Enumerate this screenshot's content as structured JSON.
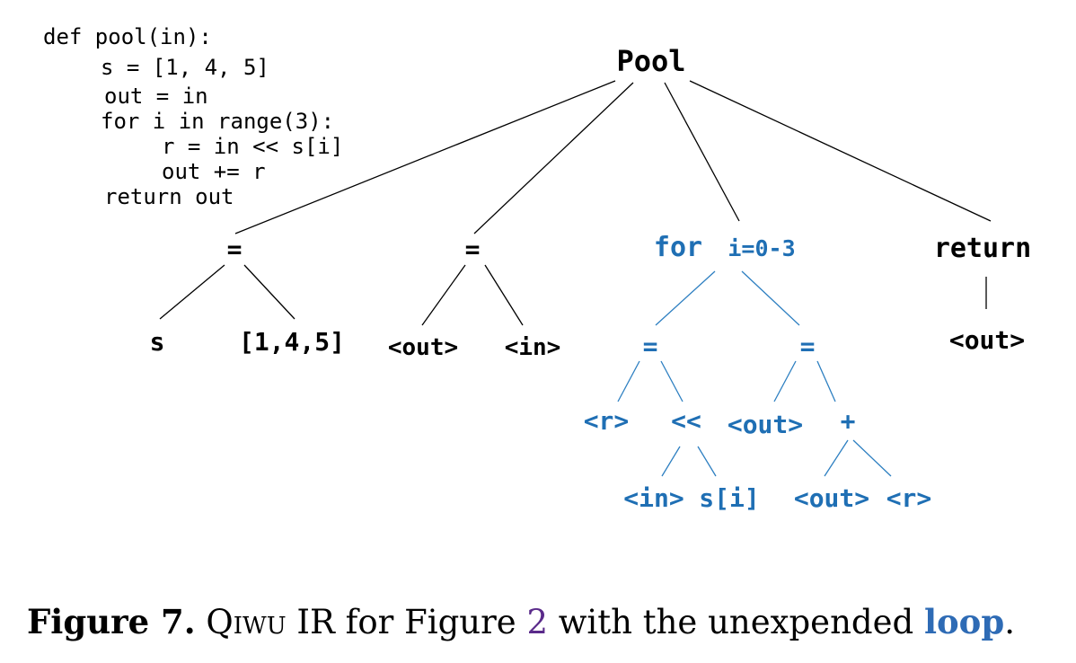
{
  "code_lines": [
    "def pool(in):",
    "s = [1, 4, 5]",
    "out = in",
    "for i in range(3):",
    "r = in << s[i]",
    "out += r",
    "return out"
  ],
  "tree": {
    "root": "Pool",
    "black_nodes": {
      "assign1": "=",
      "s": "s",
      "list": "[1,4,5]",
      "assign2": "=",
      "out1": "<out>",
      "in1": "<in>",
      "ret": "return",
      "out_ret": "<out>"
    },
    "blue_nodes": {
      "for_kw": "for",
      "for_range": "i=0-3",
      "assign3": "=",
      "r1": "<r>",
      "shift": "<<",
      "in2": "<in>",
      "si": "s[i]",
      "assign4": "=",
      "out2": "<out>",
      "plus": "+",
      "out3": "<out>",
      "r2": "<r>"
    }
  },
  "colors": {
    "black": "#000000",
    "blue": "#1f6fb4",
    "edge": "#000000",
    "blue_edge": "#2d7fc1"
  },
  "caption": {
    "label": "Figure 7.",
    "part1": "Qiwu",
    "part2": " IR for Figure ",
    "ref": "2",
    "part3": " with the unexpended ",
    "highlight": "loop",
    "end": "."
  }
}
